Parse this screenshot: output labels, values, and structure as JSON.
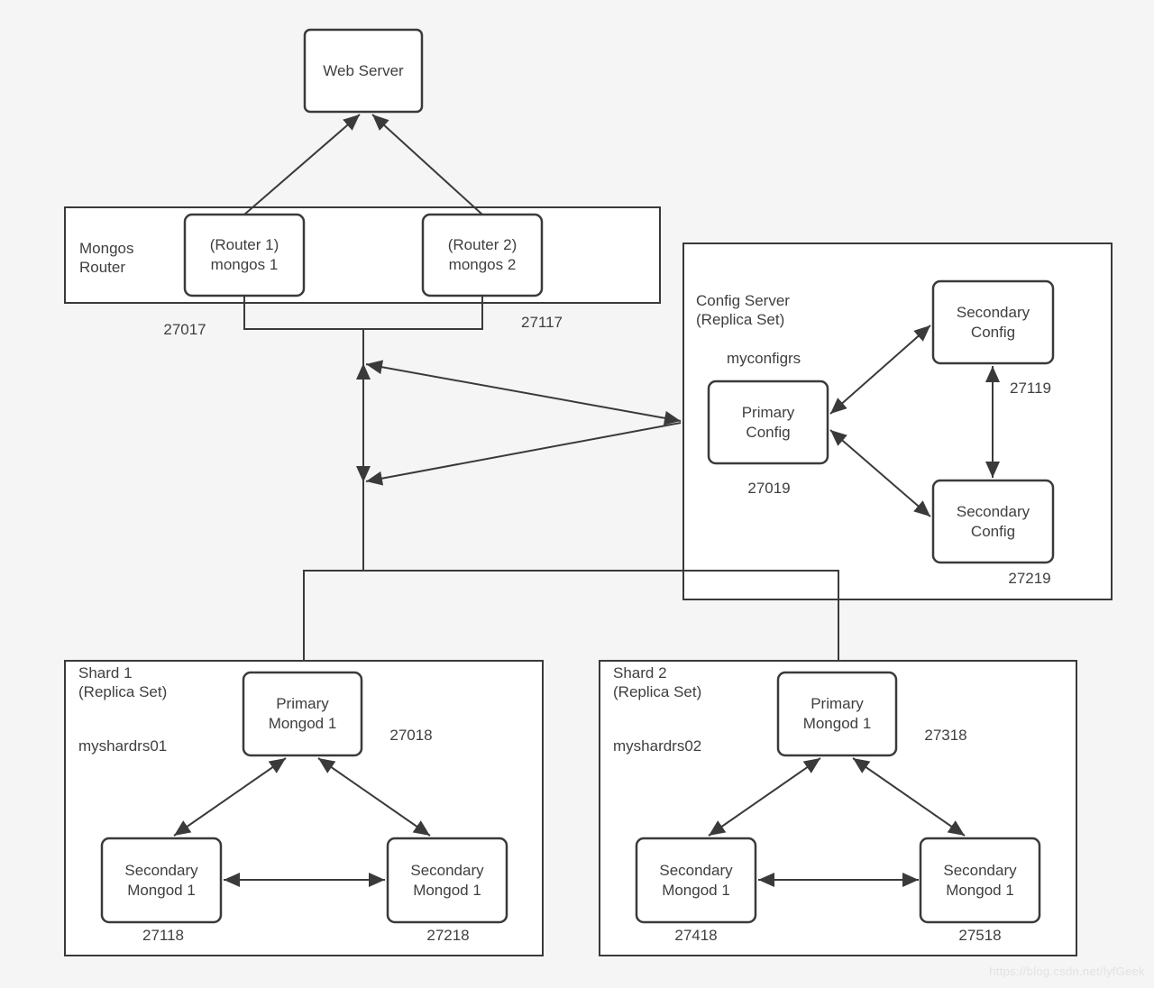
{
  "page": {
    "background": "#f5f5f5",
    "line_color": "#3a3a3a",
    "text_color": "#3f3f3f",
    "watermark": "https://blog.csdn.net/lyfGeek"
  },
  "web_server": {
    "label": "Web Server"
  },
  "mongos_router": {
    "label": "Mongos\nRouter",
    "routers": [
      {
        "label": "(Router 1)\nmongos 1",
        "port": "27017"
      },
      {
        "label": "(Router 2)\nmongos 2",
        "port": "27117"
      }
    ]
  },
  "config_server": {
    "title": "Config Server\n(Replica Set)",
    "replica_set_name": "myconfigrs",
    "primary": {
      "label": "Primary\nConfig",
      "port": "27019"
    },
    "secondaries": [
      {
        "label": "Secondary\nConfig",
        "port": "27119"
      },
      {
        "label": "Secondary\nConfig",
        "port": "27219"
      }
    ]
  },
  "shard1": {
    "title": "Shard 1\n (Replica Set)",
    "replica_set_name": "myshardrs01",
    "primary": {
      "label": "Primary\nMongod 1",
      "port": "27018"
    },
    "secondaries": [
      {
        "label": "Secondary\nMongod 1",
        "port": "27118"
      },
      {
        "label": "Secondary\nMongod 1",
        "port": "27218"
      }
    ]
  },
  "shard2": {
    "title": "Shard 2\n (Replica Set)",
    "replica_set_name": "myshardrs02",
    "primary": {
      "label": "Primary\nMongod 1",
      "port": "27318"
    },
    "secondaries": [
      {
        "label": "Secondary\nMongod 1",
        "port": "27418"
      },
      {
        "label": "Secondary\nMongod 1",
        "port": "27518"
      }
    ]
  }
}
